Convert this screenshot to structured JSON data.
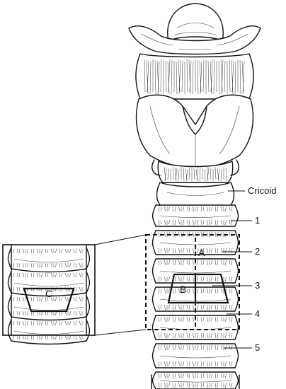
{
  "labels": {
    "cricoid": "Cricoid",
    "ring_1": "1",
    "ring_2": "2",
    "ring_3": "3",
    "ring_4": "4",
    "ring_5": "5",
    "incision_a": "A",
    "incision_b": "B",
    "incision_c": "C"
  },
  "colors": {
    "ink": "#111111",
    "background": "#ffffff"
  }
}
